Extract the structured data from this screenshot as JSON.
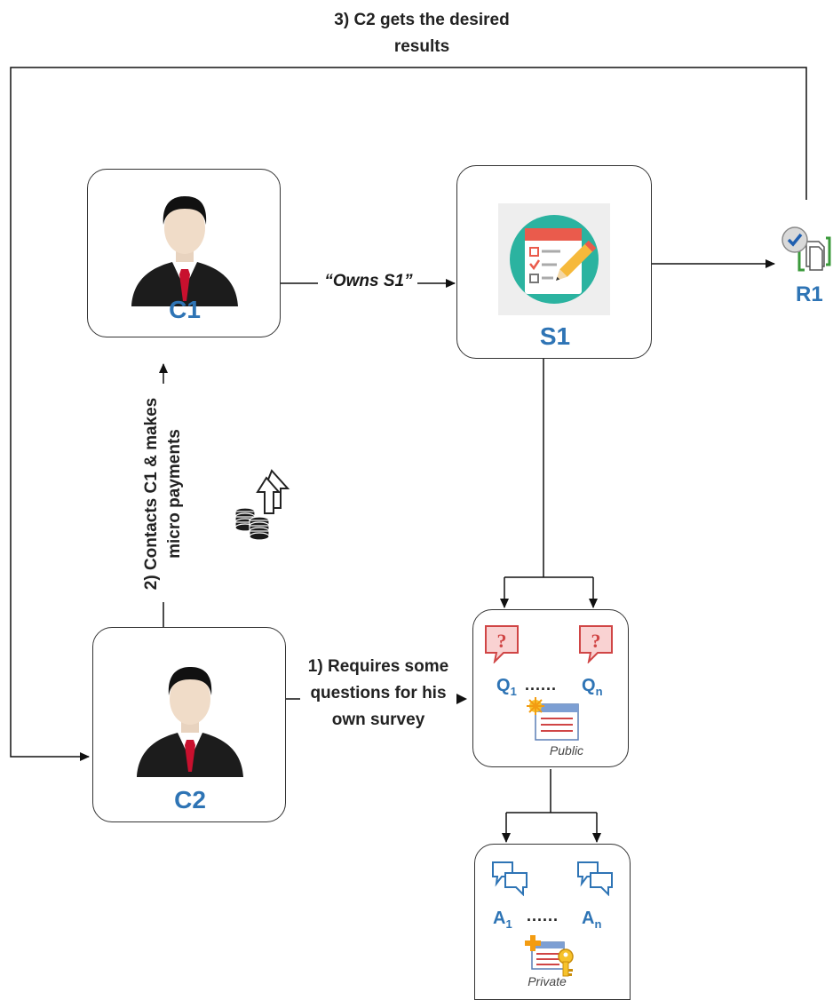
{
  "nodes": {
    "c1": {
      "label": "C1"
    },
    "s1": {
      "label": "S1"
    },
    "r1": {
      "label": "R1"
    },
    "c2": {
      "label": "C2"
    },
    "public": {
      "caption": "Public",
      "q_first": "Q",
      "q_first_sub": "1",
      "q_last": "Q",
      "q_last_sub": "n",
      "dots": "......"
    },
    "private": {
      "caption": "Private",
      "a_first": "A",
      "a_first_sub": "1",
      "a_last": "A",
      "a_last_sub": "n",
      "dots": "......"
    }
  },
  "edges": {
    "owns": "“Owns S1”",
    "step1_line1": "1) Requires some",
    "step1_line2": "questions for his",
    "step1_line3": "own survey",
    "step2_line1": "2) Contacts C1 & makes",
    "step2_line2": "micro payments",
    "step3_line1": "3) C2 gets the desired",
    "step3_line2": "results"
  },
  "colors": {
    "label_blue": "#2e74b5",
    "line": "#111111",
    "bubble_red": "#e35d5d"
  },
  "icons": [
    "person-icon",
    "survey-checklist-icon",
    "results-document-icon",
    "coins-upload-icon",
    "question-bubble-icon",
    "answer-chat-icon",
    "public-table-icon",
    "private-key-table-icon"
  ]
}
